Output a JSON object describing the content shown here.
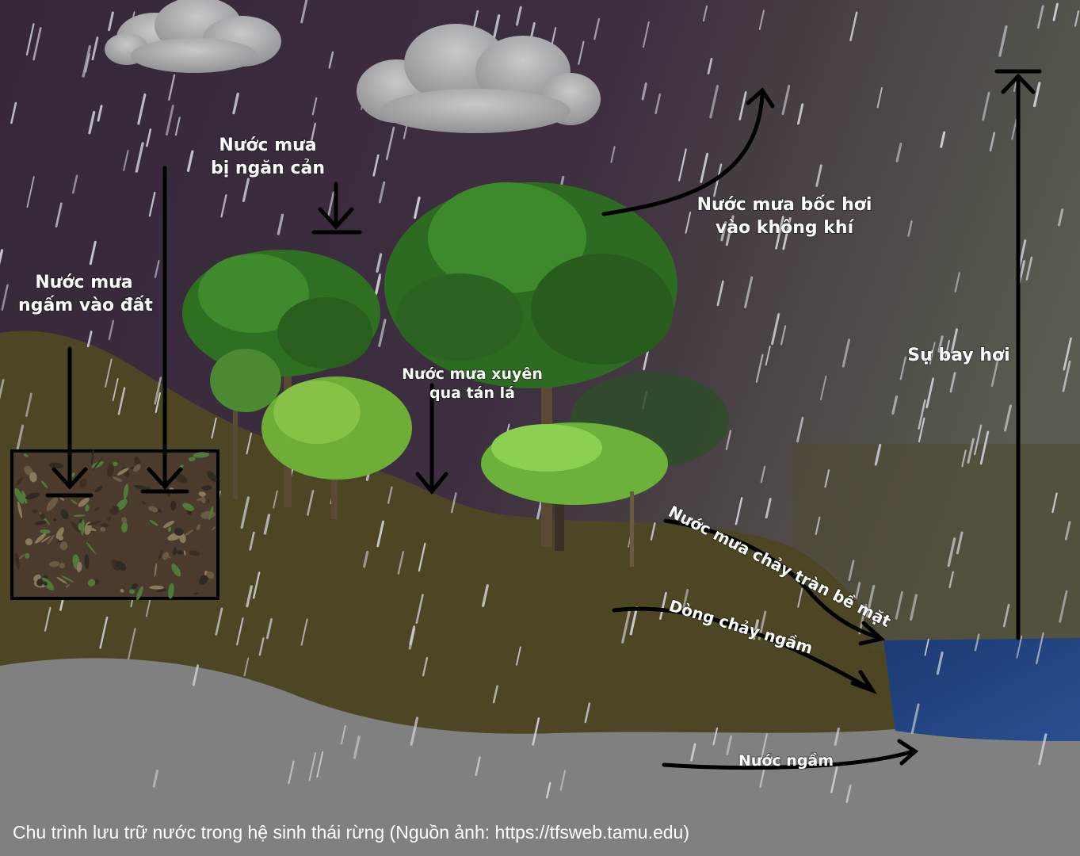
{
  "labels": {
    "intercepted_line1": "Nước mưa",
    "intercepted_line2": "bị ngăn cản",
    "infiltration_line1": "Nước mưa",
    "infiltration_line2": "ngấm vào đất",
    "throughfall_line1": "Nước mưa xuyên",
    "throughfall_line2": "qua tán lá",
    "evaporation_line1": "Nước mưa bốc hơi",
    "evaporation_line2": "vào không khí",
    "transpiration": "Sự bay hơi",
    "surface_runoff": "Nước mưa chảy tràn bề mặt",
    "subsurface_flow": "Dòng chảy ngầm",
    "groundwater": "Nước ngầm"
  },
  "caption": "Chu trình lưu trữ nước trong hệ sinh thái rừng (Nguồn ảnh: https://tfsweb.tamu.edu)",
  "colors": {
    "sky": "#3a2b3b",
    "hill": "#4d4624",
    "bedrock": "#808080",
    "water": "#1f3f7a",
    "arrow": "#000000",
    "text": "#ffffff",
    "tree_dark": "#2f6f22",
    "tree_light": "#6fb03a"
  },
  "icons": [
    "cloud-icon",
    "tree-icon",
    "rain-drop-icon",
    "arrow-icon",
    "soil-image"
  ]
}
